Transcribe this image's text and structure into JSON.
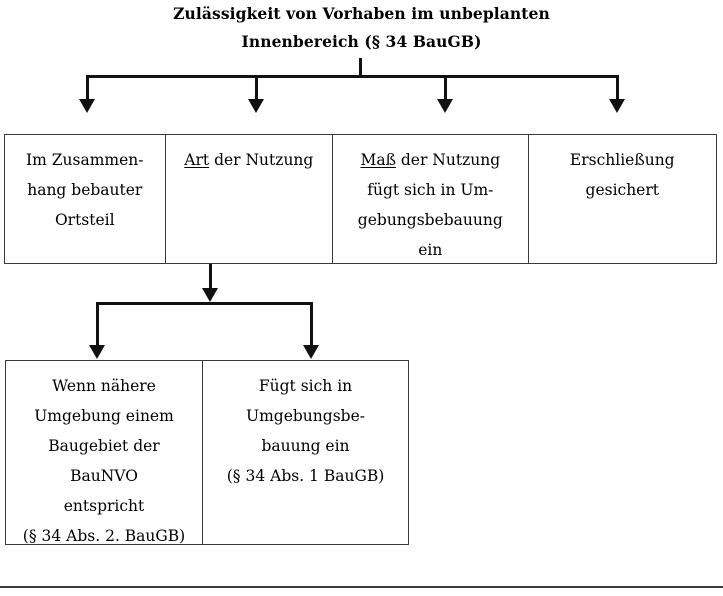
{
  "diagram": {
    "title": {
      "line1": "Zulässigkeit von Vorhaben im unbeplanten",
      "line2": "Innenbereich (§ 34 BauGB)"
    },
    "colors": {
      "line": "#111111",
      "box_border": "#3a3a3a",
      "text": "#000000",
      "background": "#ffffff"
    },
    "level1": {
      "boxes": [
        {
          "id": "im-zusammenhang-bebauter-ortsteil",
          "line1": "Im Zusammen-",
          "line2": "hang bebauter",
          "line3": "Ortsteil"
        },
        {
          "id": "art-der-nutzung",
          "underlined": "Art",
          "rest": " der Nutzung"
        },
        {
          "id": "mass-der-nutzung",
          "underlined": "Maß",
          "rest": " der Nutzung",
          "line2": "fügt sich in Um-",
          "line3": "gebungsbebauung",
          "line4": "ein"
        },
        {
          "id": "erschliessung-gesichert",
          "line1": "Erschließung",
          "line2": "gesichert"
        }
      ]
    },
    "level2": {
      "boxes": [
        {
          "id": "wenn-naehere-umgebung-baugebiet-baunvo",
          "line1": "Wenn nähere",
          "line2": "Umgebung einem",
          "line3": "Baugebiet der",
          "line4": "BauNVO",
          "line5": "entspricht",
          "line6": "(§ 34 Abs. 2. BauGB)"
        },
        {
          "id": "fuegt-sich-in-umgebungsbebauung-ein",
          "line1": "Fügt sich in",
          "line2": "Umgebungsbe-",
          "line3": "bauung ein",
          "line4": "(§ 34 Abs. 1 BauGB)"
        }
      ]
    }
  }
}
